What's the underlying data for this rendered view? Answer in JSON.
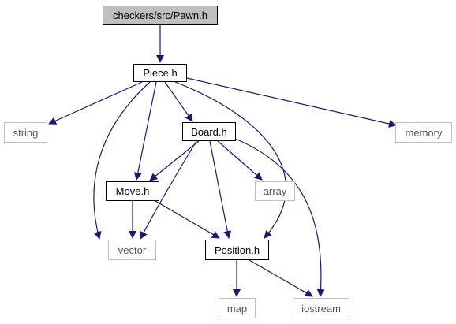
{
  "diagram": {
    "nodes": [
      {
        "id": "pawn",
        "label": "checkers/src/Pawn.h",
        "kind": "root"
      },
      {
        "id": "piece",
        "label": "Piece.h",
        "kind": "local"
      },
      {
        "id": "string",
        "label": "string",
        "kind": "system"
      },
      {
        "id": "board",
        "label": "Board.h",
        "kind": "local"
      },
      {
        "id": "memory",
        "label": "memory",
        "kind": "system"
      },
      {
        "id": "move",
        "label": "Move.h",
        "kind": "local"
      },
      {
        "id": "array",
        "label": "array",
        "kind": "system"
      },
      {
        "id": "vector",
        "label": "vector",
        "kind": "system"
      },
      {
        "id": "position",
        "label": "Position.h",
        "kind": "local"
      },
      {
        "id": "map",
        "label": "map",
        "kind": "system"
      },
      {
        "id": "iostream",
        "label": "iostream",
        "kind": "system"
      }
    ],
    "edges": [
      {
        "from": "pawn",
        "to": "piece"
      },
      {
        "from": "piece",
        "to": "string"
      },
      {
        "from": "piece",
        "to": "board"
      },
      {
        "from": "piece",
        "to": "memory"
      },
      {
        "from": "piece",
        "to": "move"
      },
      {
        "from": "piece",
        "to": "vector"
      },
      {
        "from": "piece",
        "to": "position"
      },
      {
        "from": "board",
        "to": "move"
      },
      {
        "from": "board",
        "to": "array"
      },
      {
        "from": "board",
        "to": "vector"
      },
      {
        "from": "board",
        "to": "position"
      },
      {
        "from": "board",
        "to": "iostream"
      },
      {
        "from": "move",
        "to": "vector"
      },
      {
        "from": "move",
        "to": "position"
      },
      {
        "from": "position",
        "to": "map"
      },
      {
        "from": "position",
        "to": "iostream"
      }
    ],
    "colors": {
      "edge": "#191970",
      "root_fill": "#bfbfbf",
      "local_border": "#000000",
      "system_border": "#bfbfbf",
      "system_text": "#555555"
    }
  }
}
